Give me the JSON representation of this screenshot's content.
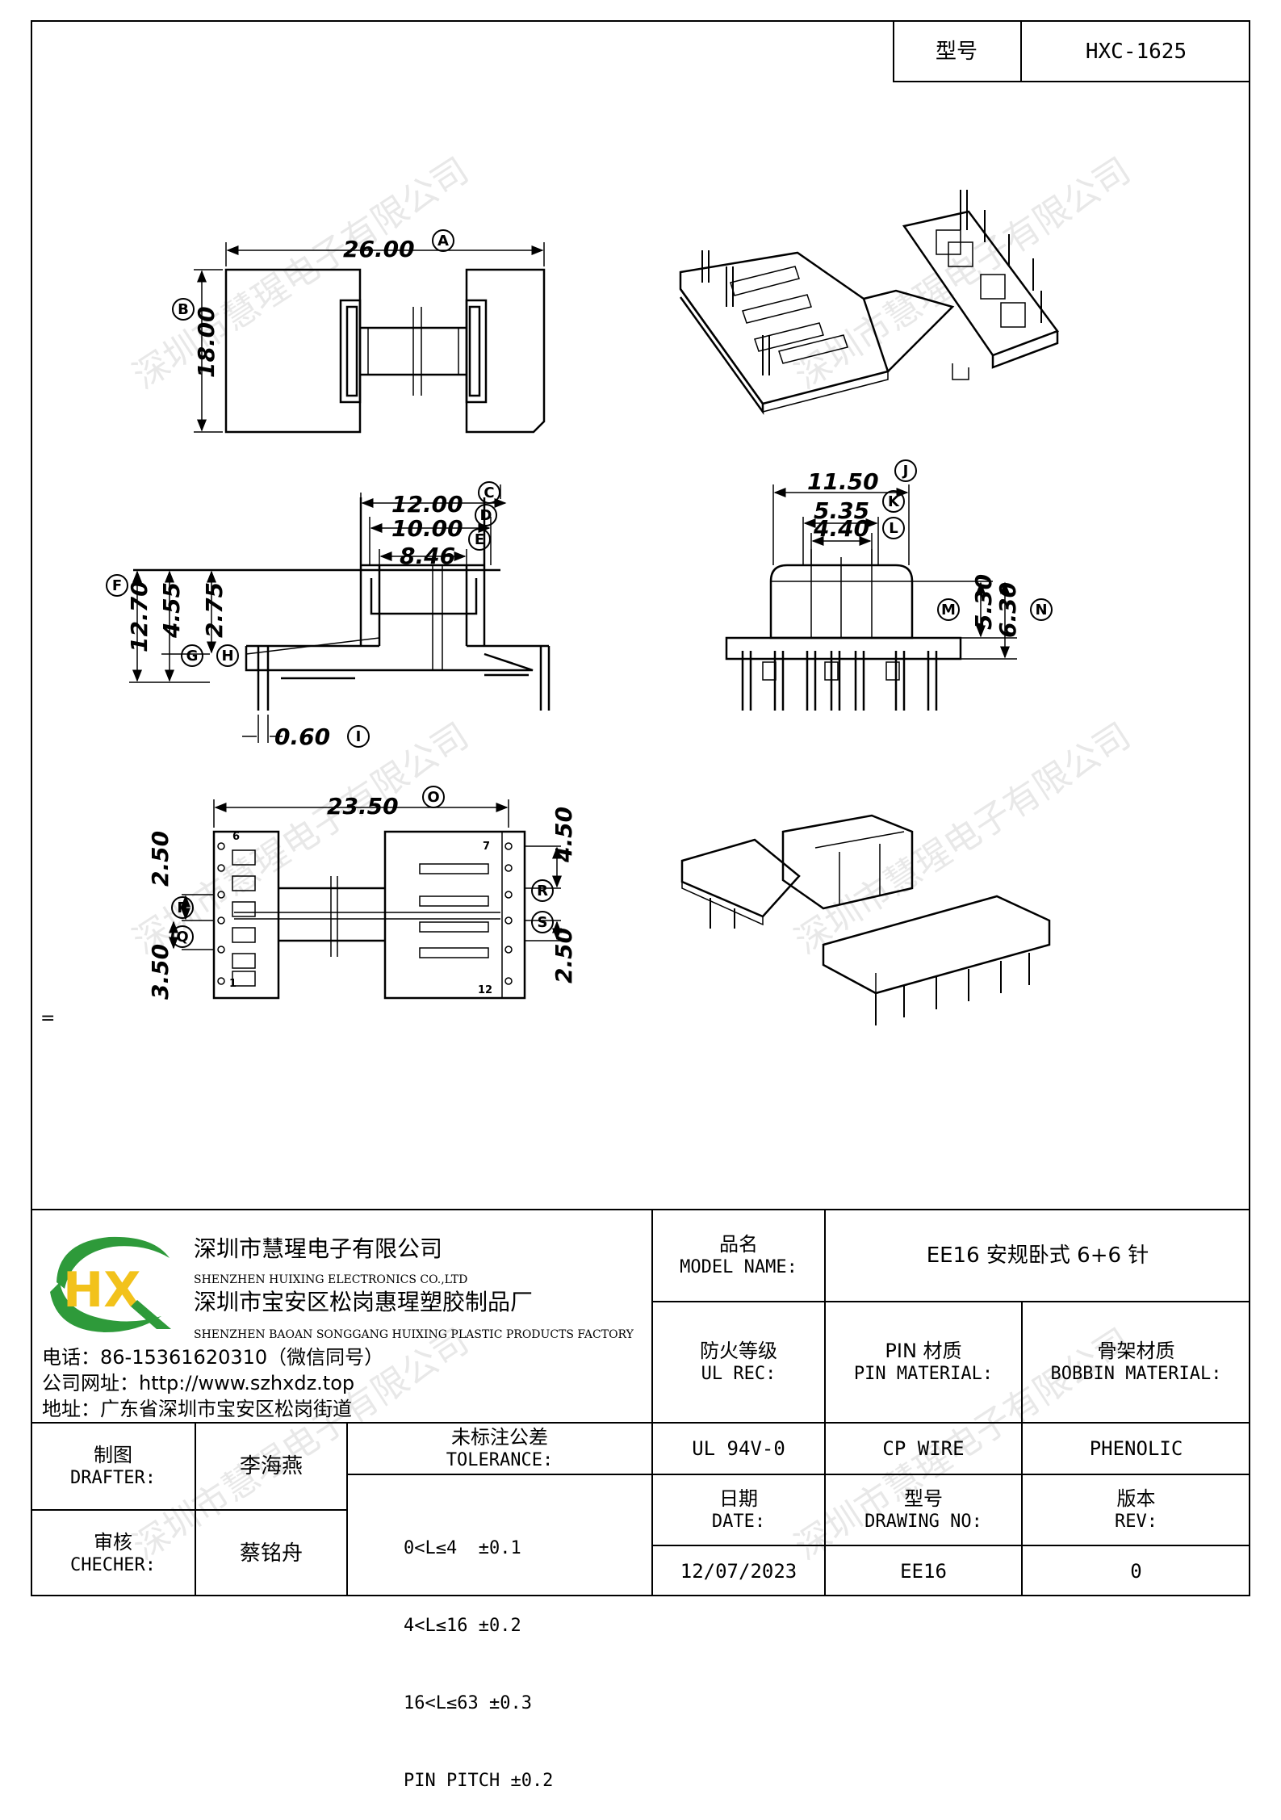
{
  "header": {
    "model_label": "型号",
    "model_value": "HXC-1625"
  },
  "drawing": {
    "dim_A": "26.00",
    "dim_B": "18.00",
    "dim_C": "12.00",
    "dim_D": "10.00",
    "dim_E": "8.46",
    "dim_F": "12.70",
    "dim_G": "4.55",
    "dim_H": "2.75",
    "dim_I": "0.60",
    "dim_J": "11.50",
    "dim_K": "5.35",
    "dim_L": "4.40",
    "dim_M": "5.30",
    "dim_N": "6.30",
    "dim_O": "23.50",
    "dim_P": "2.50",
    "dim_Q": "3.50",
    "dim_R": "4.50",
    "dim_S": "2.50",
    "letters": [
      "A",
      "B",
      "C",
      "D",
      "E",
      "F",
      "G",
      "H",
      "I",
      "J",
      "K",
      "L",
      "M",
      "N",
      "O",
      "P",
      "Q",
      "R",
      "S"
    ],
    "pin_1": "1",
    "pin_6": "6",
    "pin_7": "7",
    "pin_12": "12",
    "stray_mark": "="
  },
  "watermark": "深圳市慧瑆电子有限公司",
  "company": {
    "logo_letters": "HX",
    "name_cn": "深圳市慧瑆电子有限公司",
    "name_en": "SHENZHEN HUIXING ELECTRONICS CO.,LTD",
    "factory_cn": "深圳市宝安区松岗惠瑆塑胶制品厂",
    "factory_en": "SHENZHEN BAOAN SONGGANG HUIXING PLASTIC PRODUCTS FACTORY",
    "phone": "电话：86-15361620310（微信同号）",
    "website": "公司网址：http://www.szhxdz.top",
    "address": "地址：广东省深圳市宝安区松岗街道"
  },
  "title_block": {
    "model_name_cn": "品名",
    "model_name_en": "MODEL NAME:",
    "model_name_value": "EE16 安规卧式 6+6 针",
    "ul_cn": "防火等级",
    "ul_en": "UL REC:",
    "pin_mat_cn": "PIN 材质",
    "pin_mat_en": "PIN MATERIAL:",
    "bobbin_mat_cn": "骨架材质",
    "bobbin_mat_en": "BOBBIN MATERIAL:",
    "ul_value": "UL 94V-0",
    "pin_mat_value": "CP WIRE",
    "bobbin_mat_value": "PHENOLIC",
    "date_cn": "日期",
    "date_en": "DATE:",
    "drawing_no_cn": "型号",
    "drawing_no_en": "DRAWING NO:",
    "rev_cn": "版本",
    "rev_en": "REV:",
    "date_value": "12/07/2023",
    "drawing_no_value": "EE16",
    "rev_value": "0",
    "drafter_cn": "制图",
    "drafter_en": "DRAFTER:",
    "drafter_value": "李海燕",
    "checker_cn": "审核",
    "checker_en": "CHECHER:",
    "checker_value": "蔡铭舟",
    "tolerance_cn": "未标注公差",
    "tolerance_en": "TOLERANCE:",
    "tolerance_lines": [
      "0<L≤4  ±0.1",
      "4<L≤16 ±0.2",
      "16<L≤63 ±0.3",
      "PIN PITCH ±0.2"
    ]
  }
}
